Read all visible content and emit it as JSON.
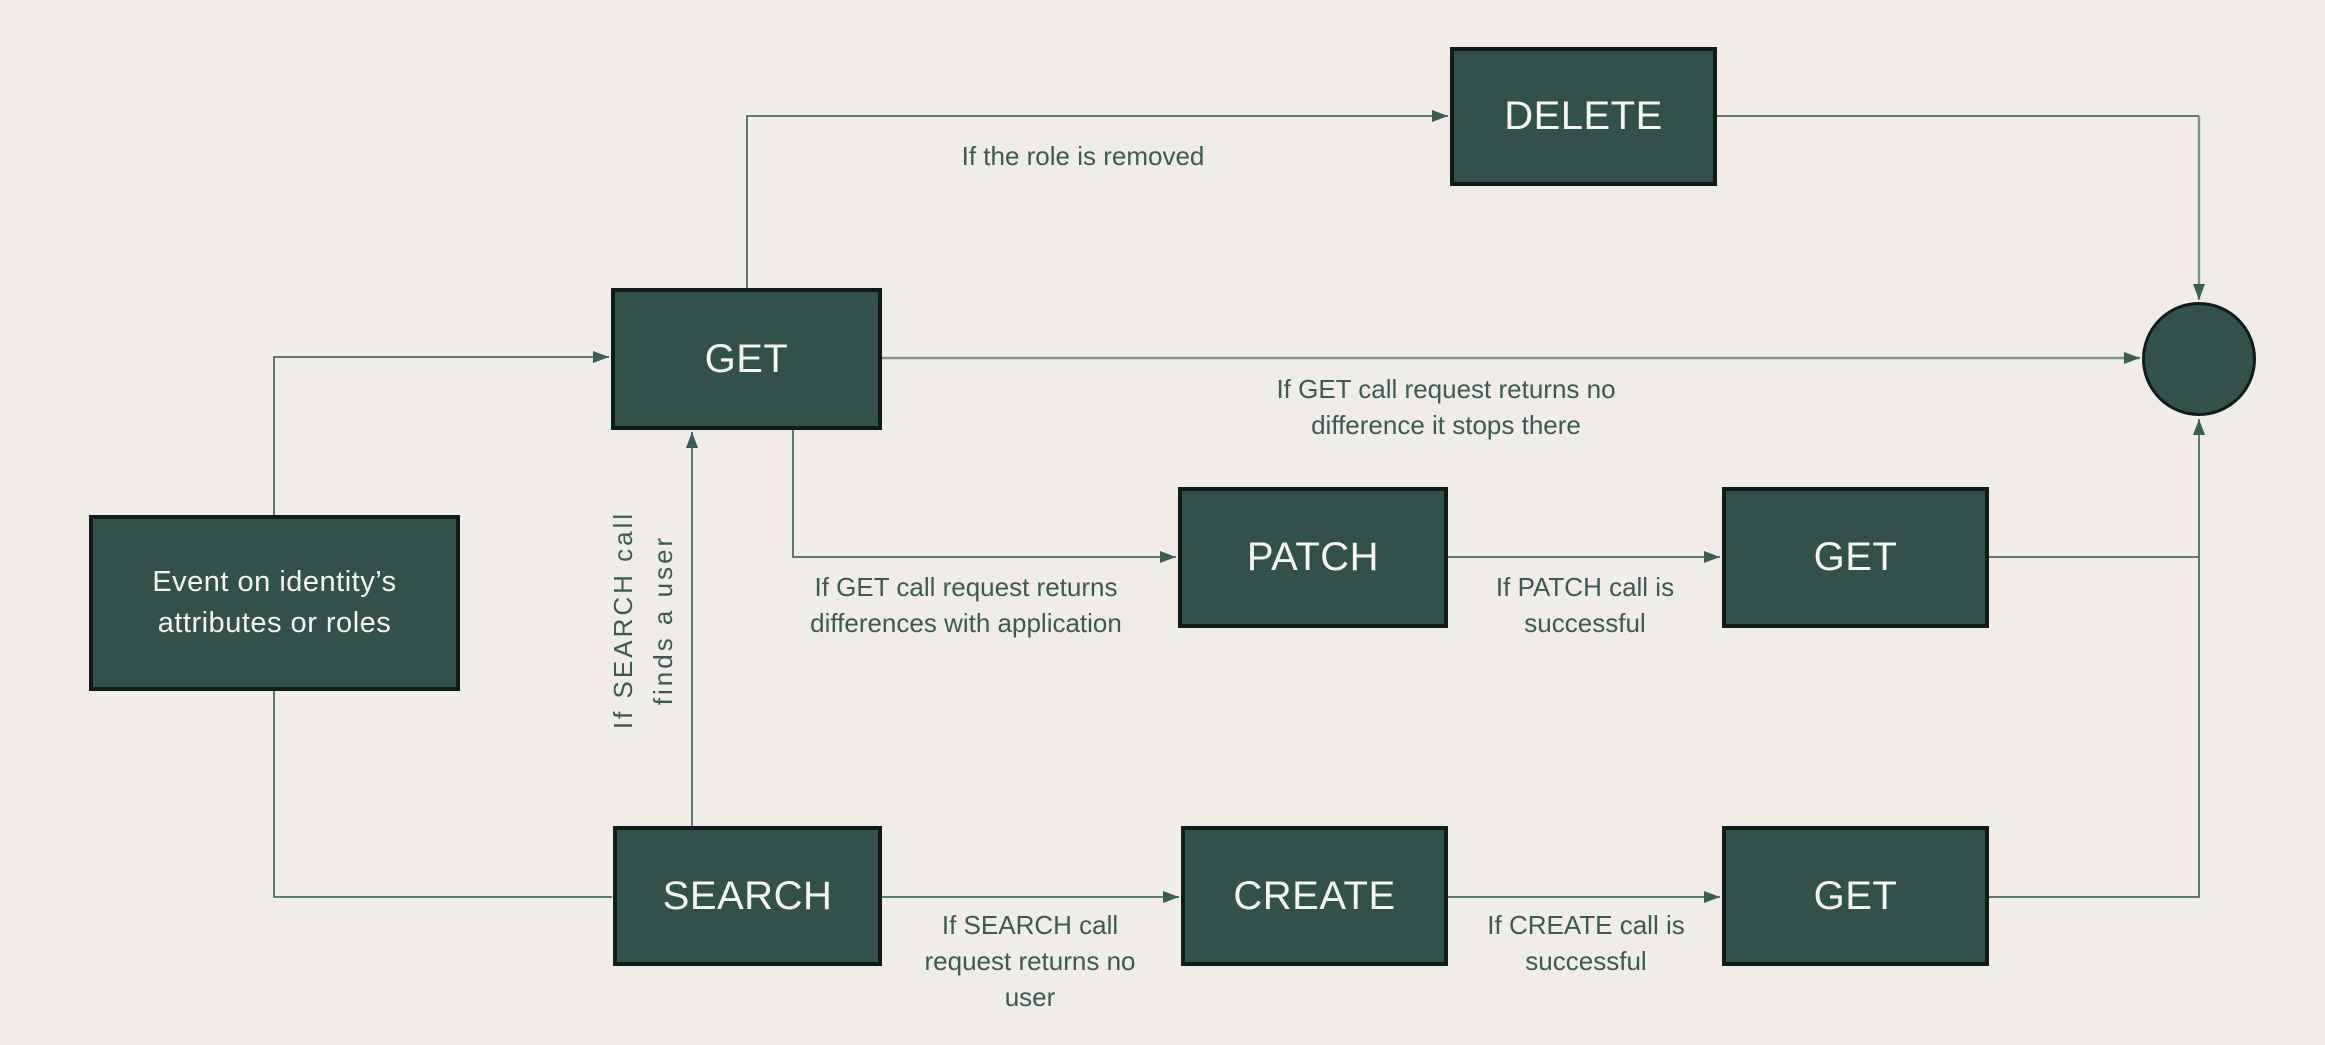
{
  "colors": {
    "background": "#f0ece7",
    "node_fill": "#33514b",
    "node_border": "#101c1a",
    "node_text": "#f6f5f2",
    "connector": "#4d6a64",
    "connector_light": "#7e938e",
    "arrowhead": "#3e5c56",
    "label_text": "#3c5a54"
  },
  "nodes": {
    "event": {
      "label": "Event on identity’s\nattributes or roles"
    },
    "get_initial": {
      "label": "GET"
    },
    "delete": {
      "label": "DELETE"
    },
    "patch": {
      "label": "PATCH"
    },
    "get_after_patch": {
      "label": "GET"
    },
    "search": {
      "label": "SEARCH"
    },
    "create": {
      "label": "CREATE"
    },
    "get_after_create": {
      "label": "GET"
    },
    "end": {
      "label": ""
    }
  },
  "edge_labels": {
    "role_removed": {
      "text": "If the role is removed"
    },
    "get_no_difference": {
      "text": "If GET call request returns no\ndifference it stops there"
    },
    "get_differences": {
      "text": "If GET call request returns\ndifferences with application"
    },
    "patch_success": {
      "text": "If PATCH call is\nsuccessful"
    },
    "search_finds_user": {
      "text": "If SEARCH call\nfinds a user"
    },
    "search_no_user": {
      "text": "If SEARCH call\nrequest returns no\nuser"
    },
    "create_success": {
      "text": "If CREATE call is\nsuccessful"
    }
  }
}
